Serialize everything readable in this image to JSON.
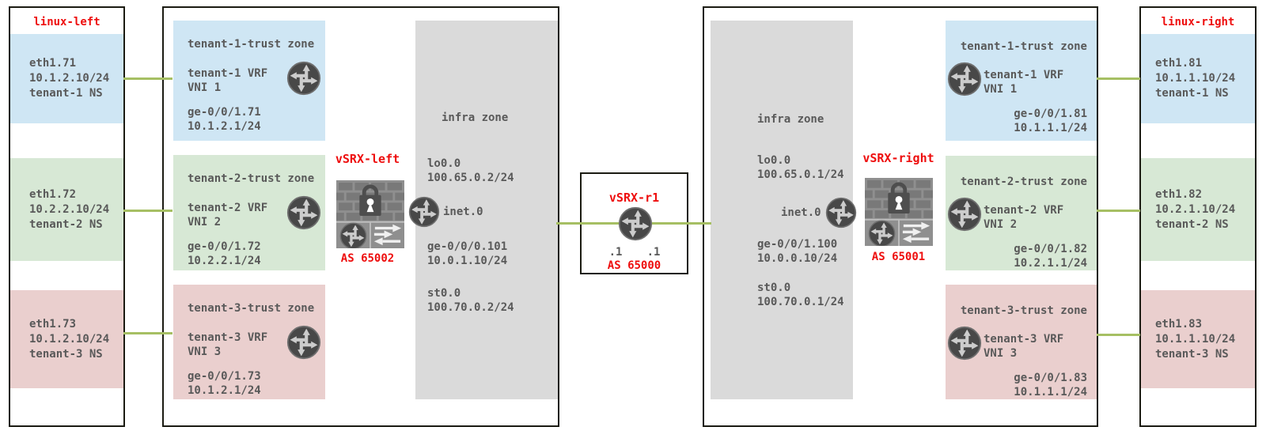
{
  "palette": {
    "tenant1_blue": "#cfe6f4",
    "tenant2_green": "#d7e8d5",
    "tenant3_pink": "#eacfce",
    "infra_gray": "#dadada",
    "label_red": "#ee0e0e",
    "link_green": "#a6bf63",
    "text_gray": "#595959",
    "border_dark": "#1b1b12"
  },
  "hosts": {
    "left": {
      "title": "linux-left",
      "interfaces": [
        {
          "name": "eth1.71",
          "ip": "10.1.2.10/24",
          "namespace": "tenant-1 NS"
        },
        {
          "name": "eth1.72",
          "ip": "10.2.2.10/24",
          "namespace": "tenant-2 NS"
        },
        {
          "name": "eth1.73",
          "ip": "10.1.2.10/24",
          "namespace": "tenant-3 NS"
        }
      ]
    },
    "right": {
      "title": "linux-right",
      "interfaces": [
        {
          "name": "eth1.81",
          "ip": "10.1.1.10/24",
          "namespace": "tenant-1 NS"
        },
        {
          "name": "eth1.82",
          "ip": "10.2.1.10/24",
          "namespace": "tenant-2 NS"
        },
        {
          "name": "eth1.83",
          "ip": "10.1.1.10/24",
          "namespace": "tenant-3 NS"
        }
      ]
    }
  },
  "vsrx_left": {
    "name": "vSRX-left",
    "asn": "AS 65002",
    "zones": [
      {
        "title": "tenant-1-trust zone",
        "vrf": "tenant-1 VRF",
        "vni": "VNI 1",
        "iface": "ge-0/0/1.71",
        "ip": "10.1.2.1/24"
      },
      {
        "title": "tenant-2-trust zone",
        "vrf": "tenant-2 VRF",
        "vni": "VNI 2",
        "iface": "ge-0/0/1.72",
        "ip": "10.2.2.1/24"
      },
      {
        "title": "tenant-3-trust zone",
        "vrf": "tenant-3 VRF",
        "vni": "VNI 3",
        "iface": "ge-0/0/1.73",
        "ip": "10.1.2.1/24"
      }
    ],
    "infra": {
      "title": "infra zone",
      "loopback_name": "lo0.0",
      "loopback_ip": "100.65.0.2/24",
      "table": "inet.0",
      "uplink_name": "ge-0/0/0.101",
      "uplink_ip": "10.0.1.10/24",
      "tunnel_name": "st0.0",
      "tunnel_ip": "100.70.0.2/24"
    }
  },
  "vsrx_right": {
    "name": "vSRX-right",
    "asn": "AS 65001",
    "zones": [
      {
        "title": "tenant-1-trust zone",
        "vrf": "tenant-1 VRF",
        "vni": "VNI 1",
        "iface": "ge-0/0/1.81",
        "ip": "10.1.1.1/24"
      },
      {
        "title": "tenant-2-trust zone",
        "vrf": "tenant-2 VRF",
        "vni": "VNI 2",
        "iface": "ge-0/0/1.82",
        "ip": "10.2.1.1/24"
      },
      {
        "title": "tenant-3-trust zone",
        "vrf": "tenant-3 VRF",
        "vni": "VNI 3",
        "iface": "ge-0/0/1.83",
        "ip": "10.1.1.1/24"
      }
    ],
    "infra": {
      "title": "infra zone",
      "loopback_name": "lo0.0",
      "loopback_ip": "100.65.0.1/24",
      "table": "inet.0",
      "uplink_name": "ge-0/0/1.100",
      "uplink_ip": "10.0.0.10/24",
      "tunnel_name": "st0.0",
      "tunnel_ip": "100.70.0.1/24"
    }
  },
  "core_router": {
    "name": "vSRX-r1",
    "asn": "AS 65000",
    "left_ip_label": ".1",
    "right_ip_label": ".1"
  }
}
